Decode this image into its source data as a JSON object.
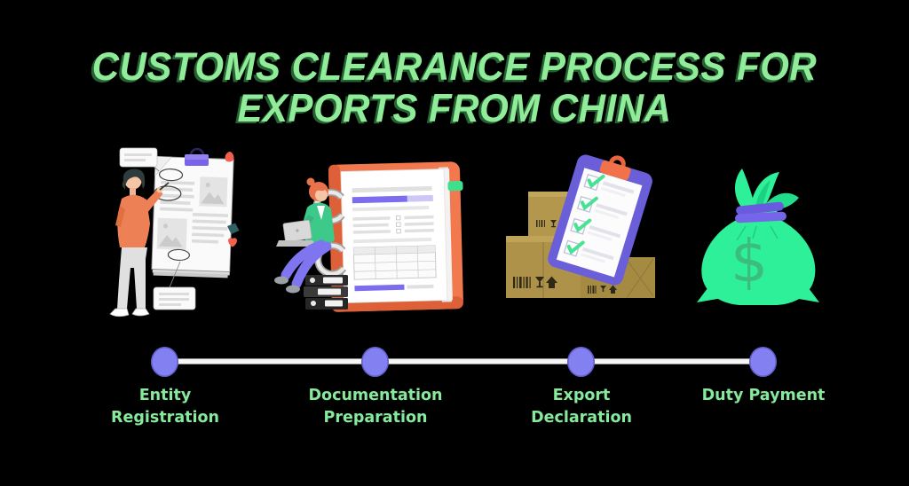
{
  "title": {
    "line1": "CUSTOMS CLEARANCE PROCESS FOR",
    "line2": "EXPORTS FROM CHINA"
  },
  "steps": [
    {
      "id": "entity-registration",
      "label": "Entity Registration",
      "illustration": "man annotating a large document with purple binder clip"
    },
    {
      "id": "documentation-preparation",
      "label": "Documentation Preparation",
      "illustration": "person with laptop sitting on binders beside a large orange ring binder"
    },
    {
      "id": "export-declaration",
      "label": "Export Declaration",
      "illustration": "cardboard shipping boxes with purple checklist clipboard"
    },
    {
      "id": "duty-payment",
      "label": "Duty Payment",
      "illustration": "green money bag with purple tie and dollar sign"
    }
  ],
  "timeline": {
    "step_count": 4
  },
  "colors": {
    "bg": "#000000",
    "title_green": "#90EC98",
    "label_green": "#87E99B",
    "dot_purple": "#8381F2",
    "line_white": "#F6F6F6",
    "binder_orange": "#F2794E",
    "money_green": "#2EF098",
    "clipboard_purple": "#6A5FD8",
    "box_tan": "#B0914B",
    "shirt_orange": "#ED8055",
    "jacket_green": "#3CC98A",
    "highlight_purple": "#7B6CF0"
  }
}
